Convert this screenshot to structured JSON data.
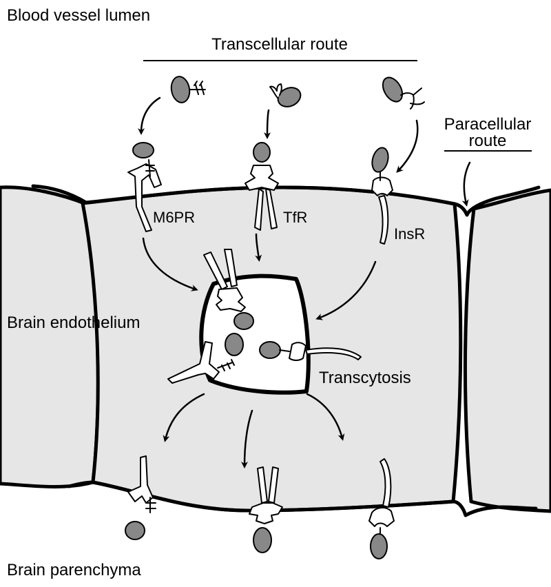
{
  "labels": {
    "lumen": "Blood vessel lumen",
    "transcellular": "Transcellular route",
    "paracellular_line1": "Paracellular",
    "paracellular_line2": "route",
    "m6pr": "M6PR",
    "tfr": "TfR",
    "insr": "InsR",
    "endothelium": "Brain endothelium",
    "transcytosis": "Transcytosis",
    "parenchyma": "Brain parenchyma"
  },
  "colors": {
    "cell_fill": "#e6e6e6",
    "ligand_fill": "#888888",
    "outline": "#000000"
  }
}
